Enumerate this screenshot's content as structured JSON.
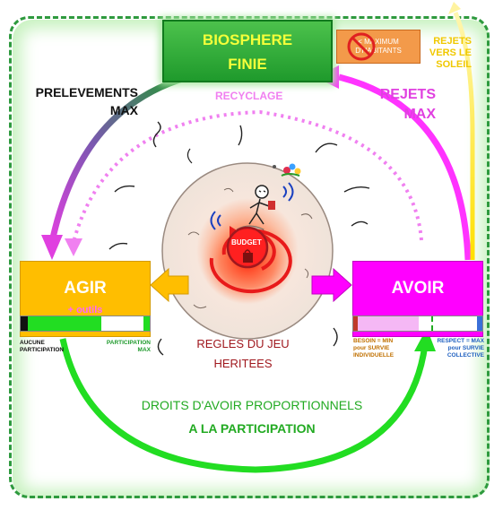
{
  "biosphere": {
    "line1": "BIOSPHERE",
    "line2": "FINIE"
  },
  "max_habitants": {
    "line1": "< MAXIMUM",
    "line2": "D'HABITANTS"
  },
  "rejets_soleil": {
    "line1": "REJETS",
    "line2": "VERS LE",
    "line3": "SOLEIL"
  },
  "prelevements": {
    "line1": "PRELEVEMENTS",
    "line2": "MAX"
  },
  "rejets": {
    "line1": "REJETS",
    "line2": "MAX"
  },
  "recyclage": "RECYCLAGE",
  "agir": {
    "title": "AGIR",
    "subtitle": "+ outils",
    "left_label_line1": "AUCUNE",
    "left_label_line2": "PARTICIPATION",
    "right_label_line1": "PARTICIPATION",
    "right_label_line2": "MAX"
  },
  "avoir": {
    "title": "AVOIR",
    "left_label_line1": "BESOIN = MIN",
    "left_label_line2": "pour SURVIE",
    "left_label_line3": "INDIVIDUELLE",
    "right_label_line1": "RESPECT = MAX",
    "right_label_line2": "pour  SURVIE",
    "right_label_line3": "COLLECTIVE"
  },
  "budget": "BUDGET",
  "regles": {
    "line1": "REGLES DU JEU",
    "line2": "HERITEES"
  },
  "droits": {
    "line1": "DROITS D'AVOIR PROPORTIONNELS",
    "line2": "A LA PARTICIPATION"
  },
  "colors": {
    "green_dark": "#1f9a2c",
    "green_bright": "#22dd22",
    "yellow": "#f5ff3a",
    "orange": "#ffbe00",
    "magenta": "#ff00ff",
    "pink_dotted": "#f080f0",
    "red": "#ff2020",
    "dark_red": "#a0181e"
  }
}
